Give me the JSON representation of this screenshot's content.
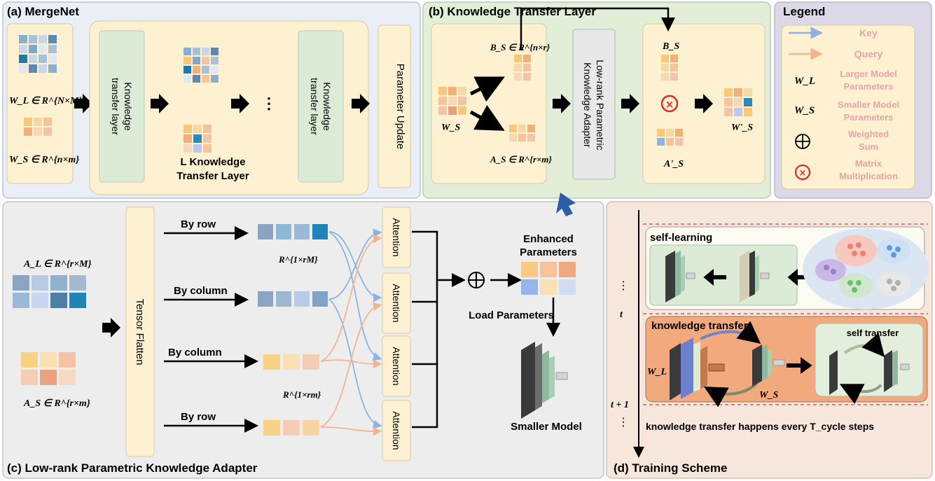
{
  "panels": {
    "a_title": "(a) MergeNet",
    "b_title": "(b) Knowledge Transfer Layer",
    "legend_title": "Legend",
    "c_title": "(c) Low-rank Parametric Knowledge Adapter",
    "d_title": "(d) Training Scheme"
  },
  "a": {
    "wl_label": "W_L ∈ R^{N×M}",
    "ws_label": "W_S ∈ R^{n×m}",
    "ktl_label": "Knowledge transfer layer",
    "ellipsis": "⋮",
    "l_layers_line1": "L Knowledge",
    "l_layers_line2": "Transfer Layer",
    "param_update": "Parameter Update"
  },
  "b": {
    "bs_eq": "B_S ∈ R^{n×r}",
    "as_eq": "A_S ∈ R^{r×m}",
    "ws": "W_S",
    "adapter": "Low-rank Parametric Knowledge Adapter",
    "bs": "B_S",
    "as_prime": "A'_S",
    "ws_prime": "W'_S",
    "mult": "⊗"
  },
  "legend": {
    "key": "Key",
    "query": "Query",
    "wl_sym": "W_L",
    "wl_desc": "Larger Model Parameters",
    "ws_sym": "W_S",
    "ws_desc": "Smaller Model Parameters",
    "ws_line1": "Smaller Model",
    "ws_line2": "Parameters",
    "wl_line1": "Larger Model",
    "wl_line2": "Parameters",
    "sum_line1": "Weighted",
    "sum_line2": "Sum",
    "mm_line1": "Matrix",
    "mm_line2": "Multiplication",
    "key_color": "#8fb1e0",
    "query_color": "#f2b48c",
    "text_color": "#e8a3a3"
  },
  "c": {
    "al_eq": "A_L ∈ R^{r×M}",
    "as_eq": "A_S ∈ R^{r×m}",
    "tensor_flatten": "Tensor Flatten",
    "by_row_1": "By row",
    "by_column_1": "By column",
    "by_column_2": "By column",
    "by_row_2": "By row",
    "r1rM": "R^{1×rM}",
    "r1rm": "R^{1×rm}",
    "attention": "Attention",
    "enhanced_1": "Enhanced",
    "enhanced_2": "Parameters",
    "load_params": "Load Parameters",
    "smaller_model": "Smaller Model",
    "oplus": "⊕"
  },
  "d": {
    "self_learning": "self-learning",
    "knowledge_transfer": "knowledge transfer",
    "self_transfer": "self transfer",
    "t": "t",
    "t1": "t + 1",
    "wl": "W_L",
    "ws": "W_S",
    "footer": "knowledge transfer happens every T_cycle steps",
    "vdots": "⋮"
  }
}
